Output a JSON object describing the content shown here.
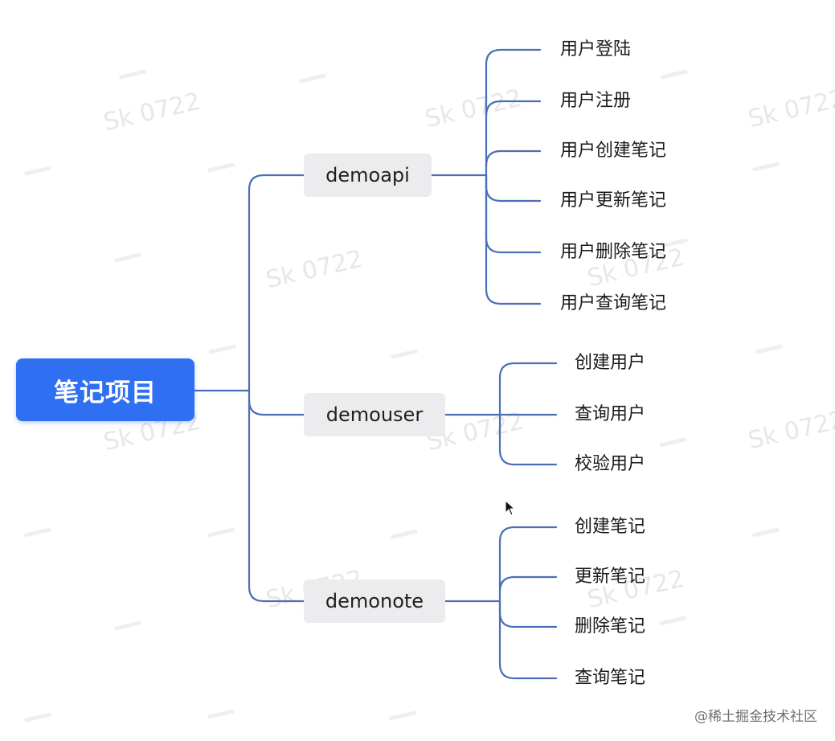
{
  "root": {
    "label": "笔记项目"
  },
  "branches": [
    {
      "label": "demoapi",
      "children": [
        "用户登陆",
        "用户注册",
        "用户创建笔记",
        "用户更新笔记",
        "用户删除笔记",
        "用户查询笔记"
      ]
    },
    {
      "label": "demouser",
      "children": [
        "创建用户",
        "查询用户",
        "校验用户"
      ]
    },
    {
      "label": "demonote",
      "children": [
        "创建笔记",
        "更新笔记",
        "删除笔记",
        "查询笔记"
      ]
    }
  ],
  "watermark": {
    "text": "Sk 0722"
  },
  "credit": {
    "text": "@稀土掘金技术社区"
  },
  "colors": {
    "accent": "#2f70f2",
    "connector": "#4a6fb5",
    "node_bg": "#ececee"
  }
}
